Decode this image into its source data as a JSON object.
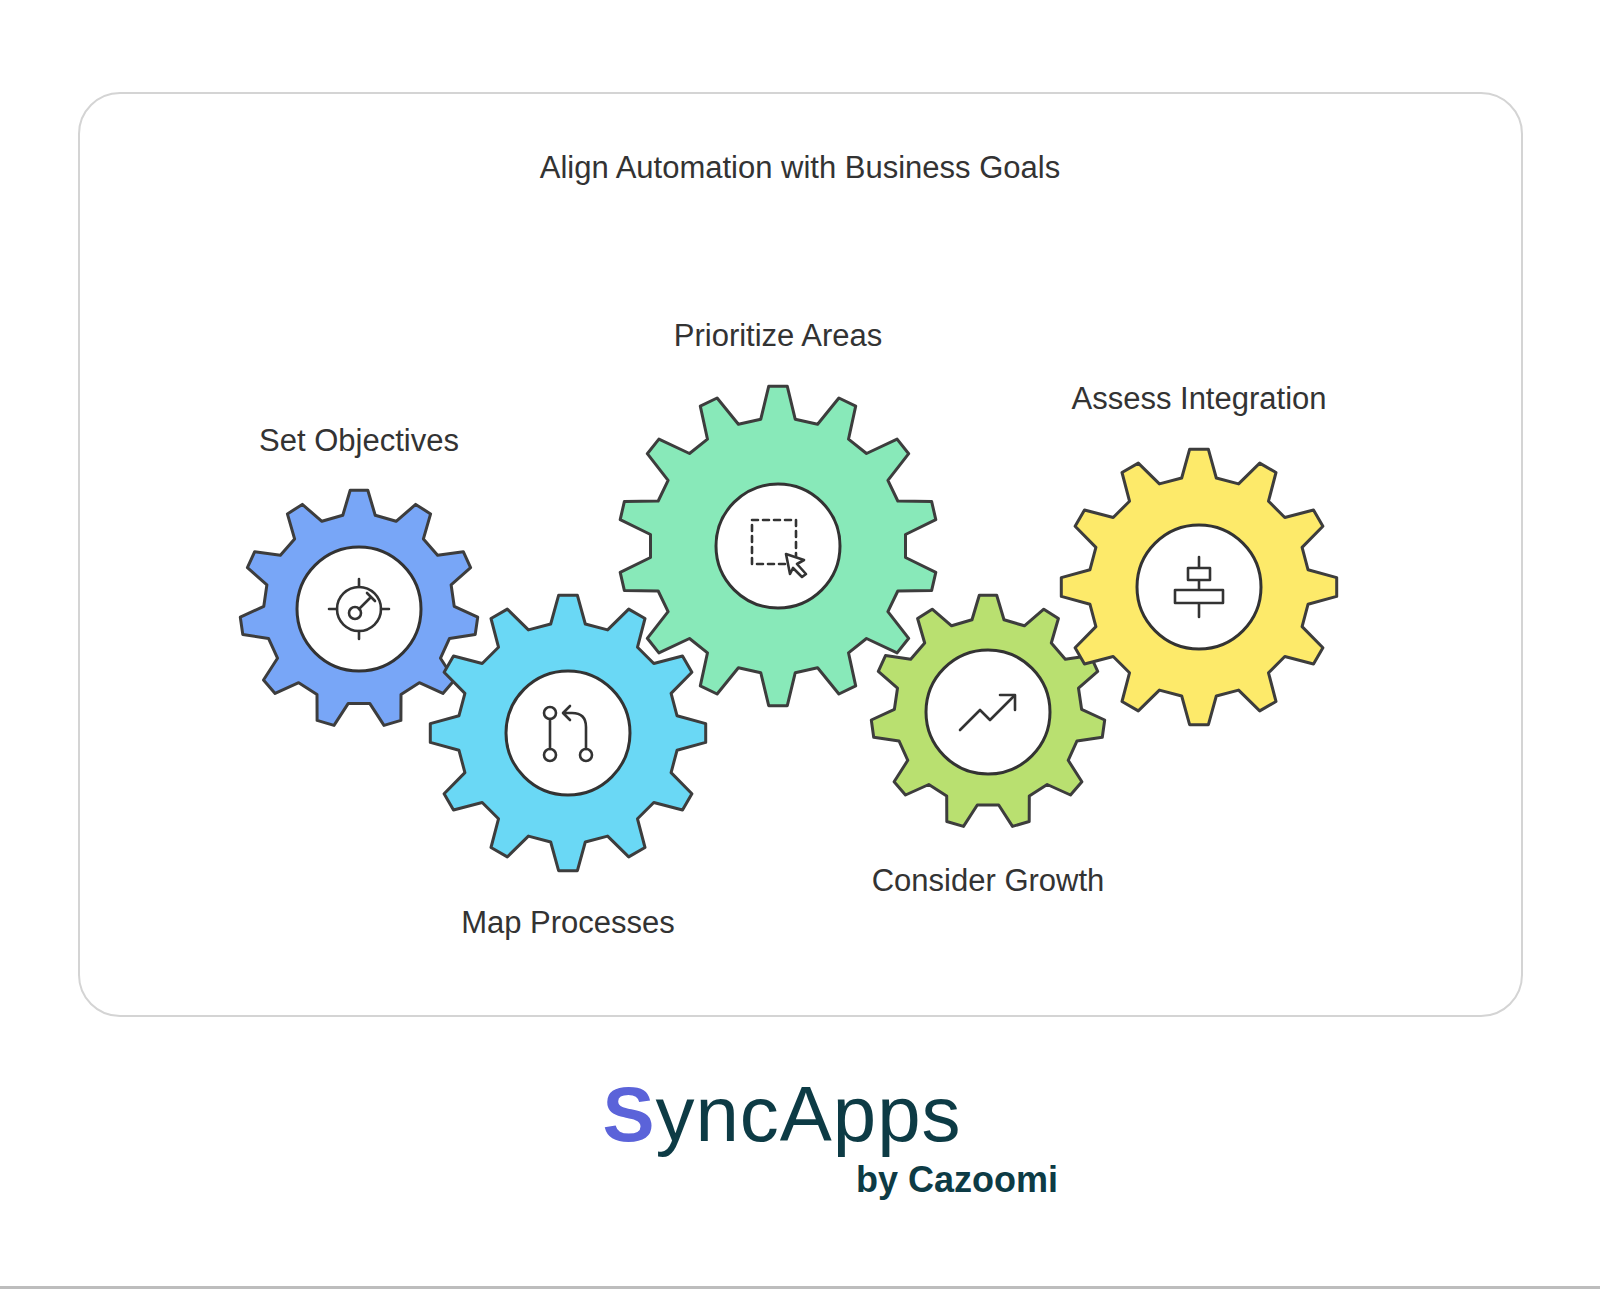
{
  "diagram": {
    "title": "Align Automation with Business Goals",
    "nodes": [
      {
        "text": [
          "Set Objectives"
        ]
      },
      {
        "text": [
          "Map Processes"
        ]
      },
      {
        "text": [
          "Prioritize Areas"
        ]
      },
      {
        "text": [
          "Consider Growth"
        ]
      },
      {
        "text": [
          "Assess Integration"
        ]
      }
    ],
    "labels": [
      "SyncApps",
      "by Cazoomi"
    ]
  }
}
